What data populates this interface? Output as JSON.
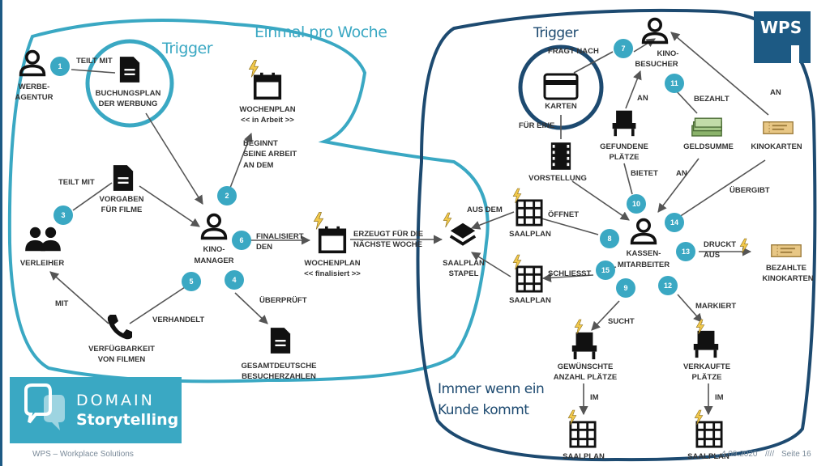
{
  "left_region": {
    "title": "Einmal pro Woche",
    "trigger_label": "Trigger"
  },
  "right_region": {
    "trigger_label": "Trigger",
    "footer_note_1": "Immer wenn ein",
    "footer_note_2": "Kunde kommt"
  },
  "nodes": {
    "werbeagentur_1": "WERBE-",
    "werbeagentur_2": "AGENTUR",
    "buchungsplan_1": "BUCHUNGSPLAN",
    "buchungsplan_2": "DER WERBUNG",
    "wochenplan_arbeit_1": "WOCHENPLAN",
    "wochenplan_arbeit_2": "<< in Arbeit >>",
    "vorgaben_1": "VORGABEN",
    "vorgaben_2": "FÜR FILME",
    "verleiher": "VERLEIHER",
    "kinomanager_1": "KINO-",
    "kinomanager_2": "MANAGER",
    "wochenplan_final_1": "WOCHENPLAN",
    "wochenplan_final_2": "<< finalisiert >>",
    "saalplanstapel_1": "SAALPLAN",
    "saalplanstapel_2": "STAPEL",
    "verfuegbarkeit_1": "VERFÜGBARKEIT",
    "verfuegbarkeit_2": "VON FILMEN",
    "besucherzahlen_1": "GESAMTDEUTSCHE",
    "besucherzahlen_2": "BESUCHERZAHLEN",
    "kinobesucher_1": "KINO-",
    "kinobesucher_2": "BESUCHER",
    "karten": "KARTEN",
    "gefundene_1": "GEFUNDENE",
    "gefundene_2": "PLÄTZE",
    "geldsumme": "GELDSUMME",
    "kinokarten": "KINOKARTEN",
    "vorstellung": "VORSTELLUNG",
    "saalplan_a": "SAALPLAN",
    "saalplan_b": "SAALPLAN",
    "kassenmitarbeiter_1": "KASSEN-",
    "kassenmitarbeiter_2": "MITARBEITER",
    "bezahlte_1": "BEZAHLTE",
    "bezahlte_2": "KINOKARTEN",
    "gewuenschte_1": "GEWÜNSCHTE",
    "gewuenschte_2": "ANZAHL PLÄTZE",
    "verkaufte_1": "VERKAUFTE",
    "verkaufte_2": "PLÄTZE",
    "saalplan_c": "SAALPLAN",
    "saalplan_d": "SAALPLAN"
  },
  "edges": {
    "teilt_mit_1": "TEILT MIT",
    "beginnt_1": "BEGINNT",
    "beginnt_2": "SEINE ARBEIT",
    "beginnt_3": "AN DEM",
    "teilt_mit_3": "TEILT MIT",
    "finalisiert_1": "FINALISIERT",
    "finalisiert_2": "DEN",
    "erzeugt_1": "ERZEUGT FÜR DIE",
    "erzeugt_2": "NÄCHSTE WOCHE",
    "mit": "MIT",
    "verhandelt": "VERHANDELT",
    "ueberprueft": "ÜBERPRÜFT",
    "fragt_nach": "FRAGT NACH",
    "fuer_eine": "FÜR EINE",
    "an_7": "AN",
    "bezahlt": "BEZAHLT",
    "an_11": "AN",
    "an_kino": "AN",
    "bietet": "BIETET",
    "uebergibt": "ÜBERGIBT",
    "aus_dem": "AUS DEM",
    "oeffnet": "ÖFFNET",
    "schliesst": "SCHLIESST",
    "druckt_1": "DRUCKT",
    "druckt_2": "AUS",
    "sucht": "SUCHT",
    "markiert": "MARKIERT",
    "im_1": "IM",
    "im_2": "IM"
  },
  "step_numbers": [
    "1",
    "2",
    "3",
    "4",
    "5",
    "6",
    "7",
    "8",
    "9",
    "10",
    "11",
    "12",
    "13",
    "14",
    "15"
  ],
  "branding": {
    "domain": "DOMAIN",
    "storytelling": "Storytelling",
    "wps": "WPS"
  },
  "footer": {
    "company": "WPS – Workplace Solutions",
    "date": "…4.09.2020",
    "separator": "////",
    "page": "Seite 16"
  },
  "colors": {
    "light_blue": "#3aa8c3",
    "dark_blue": "#1d4a70",
    "step_circle": "#3aa8c3",
    "lightning": "#f2c94c"
  }
}
